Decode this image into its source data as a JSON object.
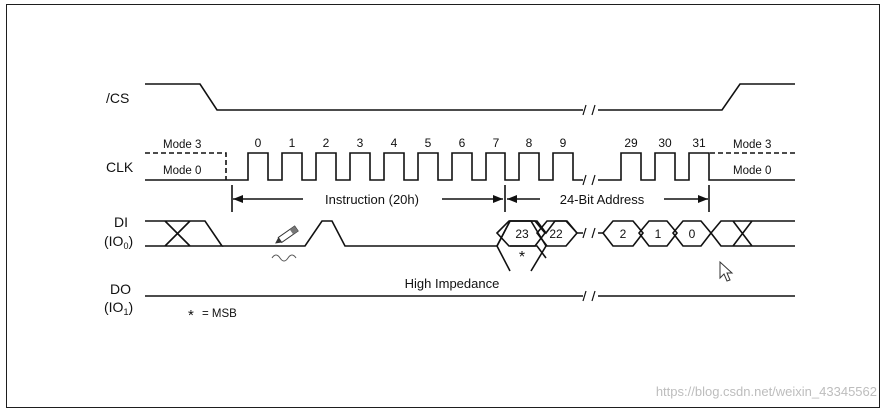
{
  "signals": {
    "cs": "/CS",
    "clk": "CLK",
    "di": "DI",
    "di_sub": "(IO",
    "di_sub_index": "0",
    "di_sub_close": ")",
    "do": "DO",
    "do_sub": "(IO",
    "do_sub_index": "1",
    "do_sub_close": ")"
  },
  "modes": {
    "mode3_left": "Mode 3",
    "mode0_left": "Mode 0",
    "mode3_right": "Mode 3",
    "mode0_right": "Mode 0"
  },
  "clock_numbers": [
    "0",
    "1",
    "2",
    "3",
    "4",
    "5",
    "6",
    "7",
    "8",
    "9",
    "29",
    "30",
    "31"
  ],
  "spans": {
    "instruction": "Instruction (20h)",
    "address": "24-Bit Address"
  },
  "data_bits": [
    "23",
    "22",
    "2",
    "1",
    "0"
  ],
  "do_line_label": "High Impedance",
  "msb_marker": "*",
  "msb_note": "= MSB",
  "watermark": "https://blog.csdn.net/weixin_43345562",
  "colors": {
    "ink": "#111111",
    "frame": "#1e1e1e",
    "watermark": "#bdbdbd"
  }
}
